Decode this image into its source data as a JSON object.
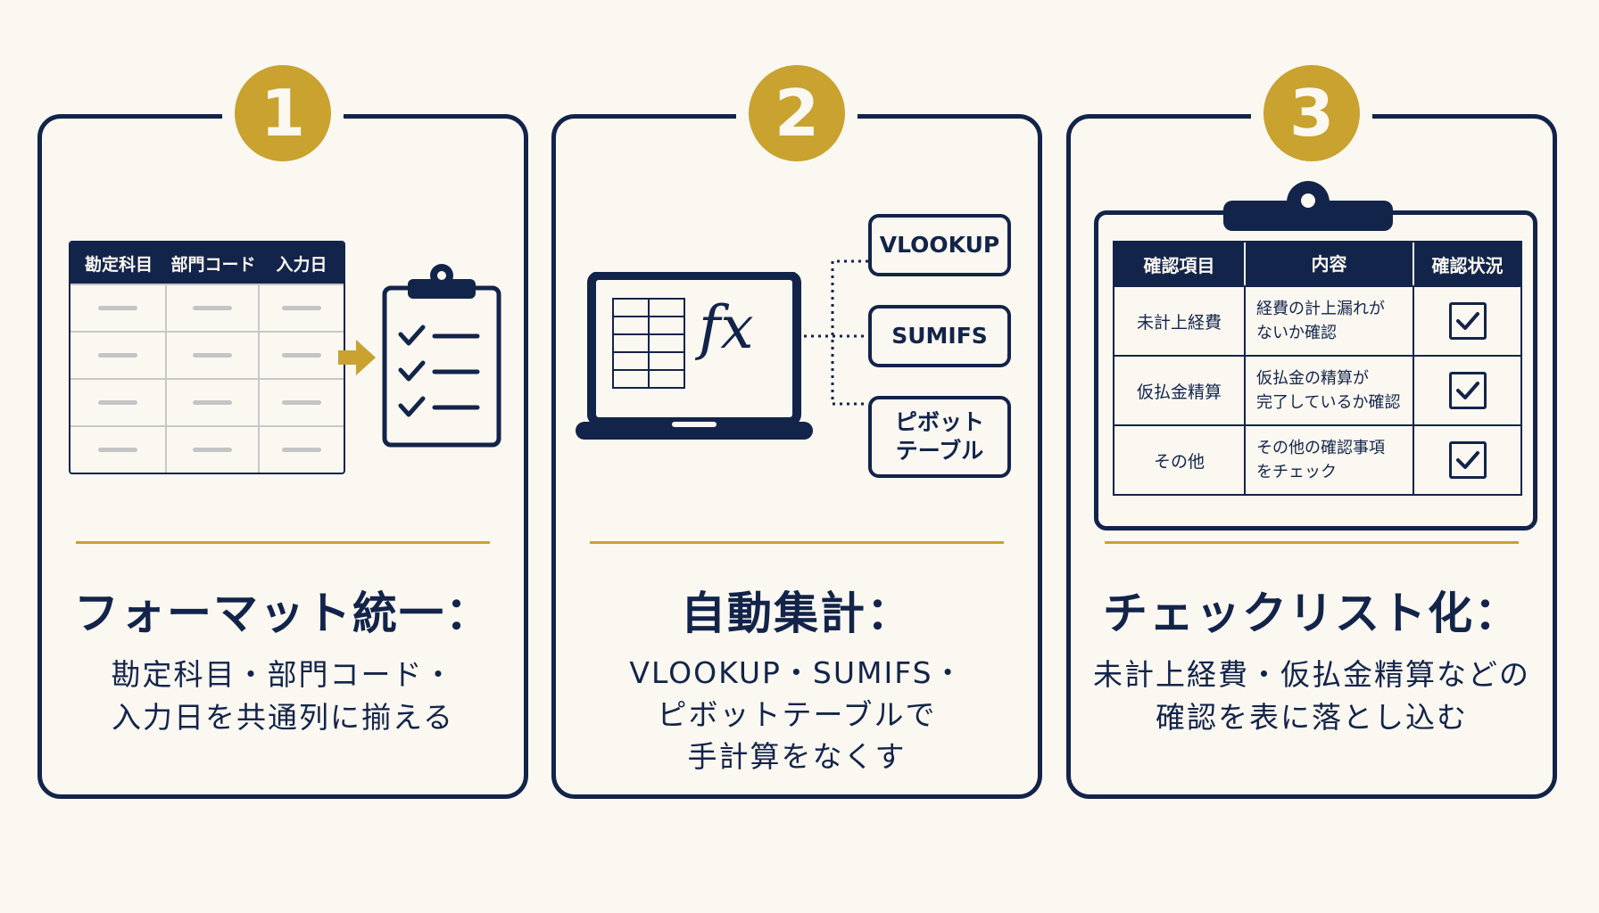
{
  "cards": [
    {
      "number": "1",
      "title": "フォーマット統一：",
      "description": [
        "勘定科目・部門コード・",
        "入力日を共通列に揃える"
      ],
      "table_headers": [
        "勘定科目",
        "部門コード",
        "入力日"
      ]
    },
    {
      "number": "2",
      "title": "自動集計：",
      "description": [
        "VLOOKUP・SUMIFS・",
        "ピボットテーブルで",
        "手計算をなくす"
      ],
      "fx_label": "fx",
      "functions": [
        "VLOOKUP",
        "SUMIFS"
      ],
      "pivot_lines": [
        "ピボット",
        "テーブル"
      ]
    },
    {
      "number": "3",
      "title": "チェックリスト化：",
      "description": [
        "未計上経費・仮払金精算などの",
        "確認を表に落とし込む"
      ],
      "checklist": {
        "headers": [
          "確認項目",
          "内容",
          "確認状況"
        ],
        "rows": [
          {
            "item": "未計上経費",
            "content": [
              "経費の計上漏れが",
              "ないか確認"
            ]
          },
          {
            "item": "仮払金精算",
            "content": [
              "仮払金の精算が",
              "完了しているか確認"
            ]
          },
          {
            "item": "その他",
            "content": [
              "その他の確認事項",
              "をチェック"
            ]
          }
        ]
      }
    }
  ],
  "colors": {
    "navy": "#13244a",
    "gold": "#c9a22f",
    "background": "#fbf8f2"
  }
}
